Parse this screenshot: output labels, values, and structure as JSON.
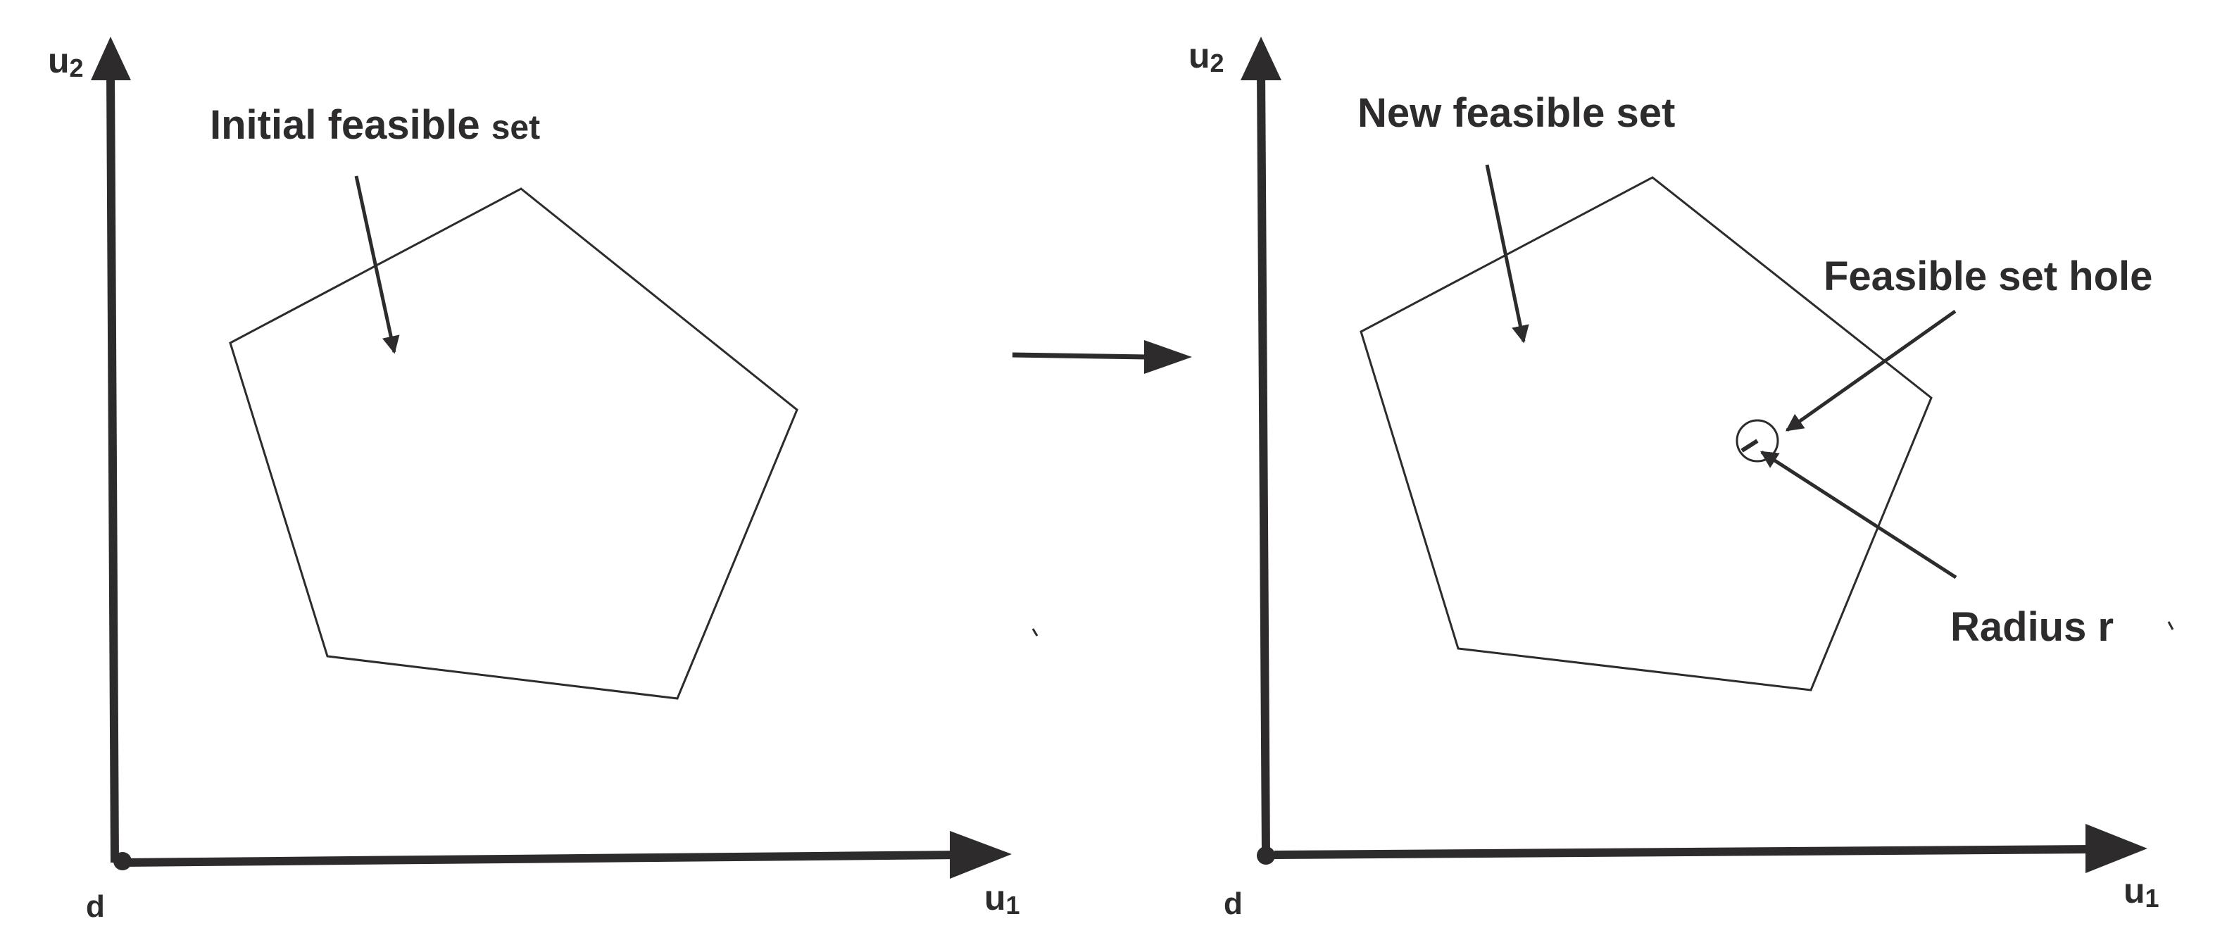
{
  "colors": {
    "ink": "#2d2b2b",
    "background": "#ffffff"
  },
  "left_panel": {
    "y_axis_label": {
      "base": "u",
      "sub": "2"
    },
    "x_axis_label": {
      "base": "u",
      "sub": "1"
    },
    "origin_label": "d",
    "set_label_main": "Initial feasible ",
    "set_label_small": "set"
  },
  "right_panel": {
    "y_axis_label": {
      "base": "u",
      "sub": "2"
    },
    "x_axis_label": {
      "base": "u",
      "sub": "1"
    },
    "origin_label": "d",
    "set_label": "New feasible set",
    "hole_label": "Feasible set hole",
    "radius_label": "Radius r"
  }
}
